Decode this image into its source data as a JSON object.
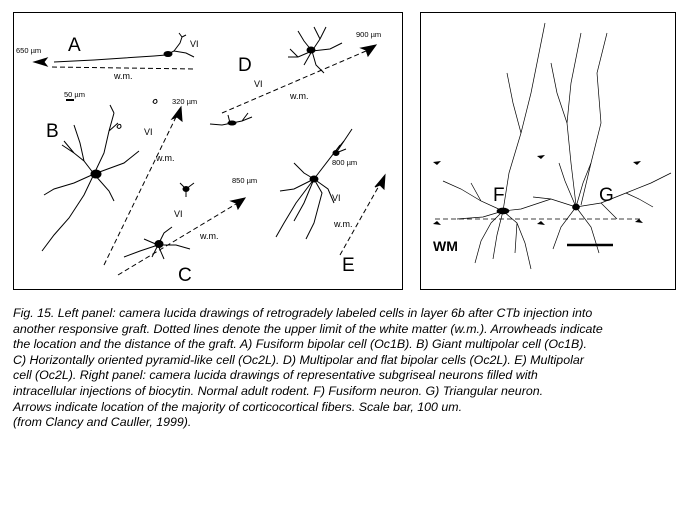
{
  "left_panel": {
    "letters": [
      "A",
      "B",
      "C",
      "D",
      "E"
    ],
    "distances": {
      "A": "650 µm",
      "B": "320 µm",
      "C": "850 µm",
      "D": "900 µm",
      "E": "800 µm"
    },
    "scale_label": "50 µm",
    "layer_label": "VI",
    "wm_label": "w.m."
  },
  "right_panel": {
    "letters": [
      "F",
      "G"
    ],
    "wm_label": "WM"
  },
  "caption_lines": [
    "Fig. 15. Left panel: camera lucida drawings of retrogradely labeled cells in layer 6b after CTb injection into",
    "another responsive graft. Dotted lines denote the upper limit of the white matter (w.m.). Arrowheads indicate",
    "the location and the distance of the graft. A) Fusiform bipolar cell (Oc1B). B) Giant multipolar cell (Oc1B).",
    "C) Horizontally oriented pyramid-like cell (Oc2L). D) Multipolar and flat bipolar cells (Oc2L). E) Multipolar",
    "cell (Oc2L). Right panel: camera lucida drawings of representative subgriseal neurons filled with",
    " intracellular injections of biocytin. Normal adult rodent. F) Fusiform neuron. G) Triangular neuron.",
    "Arrows indicate location of the majority of corticocortical fibers. Scale bar, 100 um.",
    "(from Clancy and Cauller, 1999)."
  ]
}
